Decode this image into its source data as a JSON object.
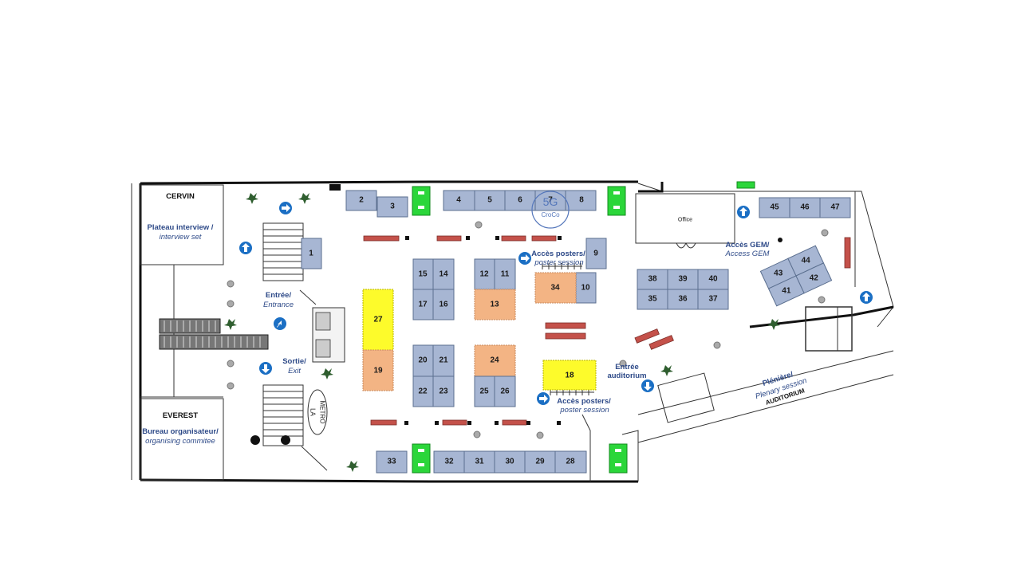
{
  "rooms": {
    "cervin": "CERVIN",
    "plateau_fr": "Plateau interview /",
    "plateau_en": "interview set",
    "everest": "EVEREST",
    "bureau_fr": "Bureau organisateur/",
    "bureau_en": "organising commitee",
    "office": "Office",
    "auditorium": "AUDITORIUM",
    "metro_top": "LA",
    "metro_bottom": "METRO"
  },
  "labels": {
    "entree_fr": "Entrée/",
    "entree_en": "Entrance",
    "sortie_fr": "Sortie/",
    "sortie_en": "Exit",
    "posters_top_fr": "Accès posters/",
    "posters_top_en": "poster session",
    "posters_bottom_fr": "Accès posters/",
    "posters_bottom_en": "poster session",
    "gem_fr": "Accès GEM/",
    "gem_en": "Access GEM",
    "auditorium_fr_1": "Entrée",
    "auditorium_fr_2": "auditorium",
    "pleniere_fr": "Plénière/",
    "pleniere_en": "Plenary session",
    "logo_top": "5G",
    "logo_bottom": "CroCo"
  },
  "booths": {
    "b1": "1",
    "b2": "2",
    "b3": "3",
    "b4": "4",
    "b5": "5",
    "b6": "6",
    "b7": "7",
    "b8": "8",
    "b9": "9",
    "b10": "10",
    "b11": "11",
    "b12": "12",
    "b13": "13",
    "b14": "14",
    "b15": "15",
    "b16": "16",
    "b17": "17",
    "b18": "18",
    "b19": "19",
    "b20": "20",
    "b21": "21",
    "b22": "22",
    "b23": "23",
    "b24": "24",
    "b25": "25",
    "b26": "26",
    "b27": "27",
    "b28": "28",
    "b29": "29",
    "b30": "30",
    "b31": "31",
    "b32": "32",
    "b33": "33",
    "b34": "34",
    "b35": "35",
    "b36": "36",
    "b37": "37",
    "b38": "38",
    "b39": "39",
    "b40": "40",
    "b41": "41",
    "b42": "42",
    "b43": "43",
    "b44": "44",
    "b45": "45",
    "b46": "46",
    "b47": "47"
  },
  "colors": {
    "booth_standard": "#a7b6d3",
    "booth_orange": "#f3b484",
    "booth_yellow": "#fdfb2b",
    "label_blue": "#2e4a88",
    "exit_green": "#2bd63a",
    "arrow_blue": "#1b6fc4"
  }
}
